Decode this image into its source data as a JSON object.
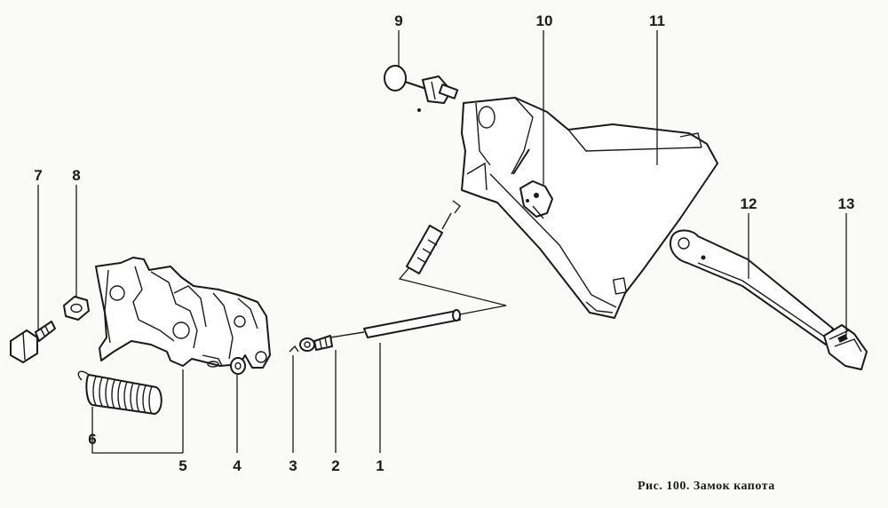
{
  "caption": "Рис. 100. Замок капота",
  "callouts": [
    {
      "num": "1",
      "part": "rod"
    },
    {
      "num": "2",
      "part": "cable"
    },
    {
      "num": "3",
      "part": "clip"
    },
    {
      "num": "4",
      "part": "washer"
    },
    {
      "num": "5",
      "part": "lock-body"
    },
    {
      "num": "6",
      "part": "spring"
    },
    {
      "num": "7",
      "part": "bolt"
    },
    {
      "num": "8",
      "part": "nut"
    },
    {
      "num": "9",
      "part": "striker-pin"
    },
    {
      "num": "10",
      "part": "clamp"
    },
    {
      "num": "11",
      "part": "hood-bracket"
    },
    {
      "num": "12",
      "part": "lever"
    },
    {
      "num": "13",
      "part": "handle"
    }
  ]
}
